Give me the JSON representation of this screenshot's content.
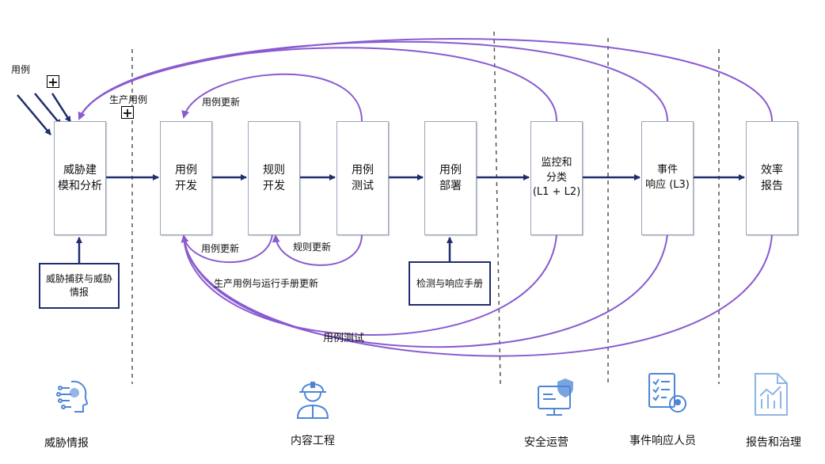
{
  "labels": {
    "use_case": "用例",
    "production_use_case": "生产用例",
    "use_case_update_top": "用例更新",
    "use_case_update_bottom": "用例更新",
    "rule_update": "规则更新",
    "prod_runbook_update": "生产用例与运行手册更新",
    "use_case_testing": "用例测试"
  },
  "boxes": {
    "threat_modeling": [
      "威胁建",
      "模和分析"
    ],
    "use_case_dev": [
      "用例",
      "开发"
    ],
    "rule_dev": [
      "规则",
      "开发"
    ],
    "use_case_test": [
      "用例",
      "测试"
    ],
    "use_case_deploy": [
      "用例",
      "部署"
    ],
    "monitor": [
      "监控和",
      "分类",
      "(L1 + L2)"
    ],
    "incident": [
      "事件",
      "响应 (L3)"
    ],
    "efficiency": [
      "效率",
      "报告"
    ]
  },
  "inputs": {
    "threat_intel_capture": [
      "威胁捕获与威胁",
      "情报"
    ],
    "detection_playbook": "检测与响应手册"
  },
  "roles": {
    "threat_intel": "威胁情报",
    "content_engineering": "内容工程",
    "security_ops": "安全运营",
    "incident_responders": "事件响应人员",
    "reporting_governance": "报告和治理"
  },
  "colors": {
    "flow_arrow": "#1f2d6e",
    "feedback": "#8a5bd0",
    "icon": "#4d86d6",
    "divider": "#555555"
  },
  "icons": {
    "threat_intel": "ai-head-icon",
    "content_engineering": "engineer-icon",
    "security_ops": "monitor-shield-icon",
    "incident_responders": "checklist-icon",
    "reporting_governance": "report-chart-icon"
  }
}
